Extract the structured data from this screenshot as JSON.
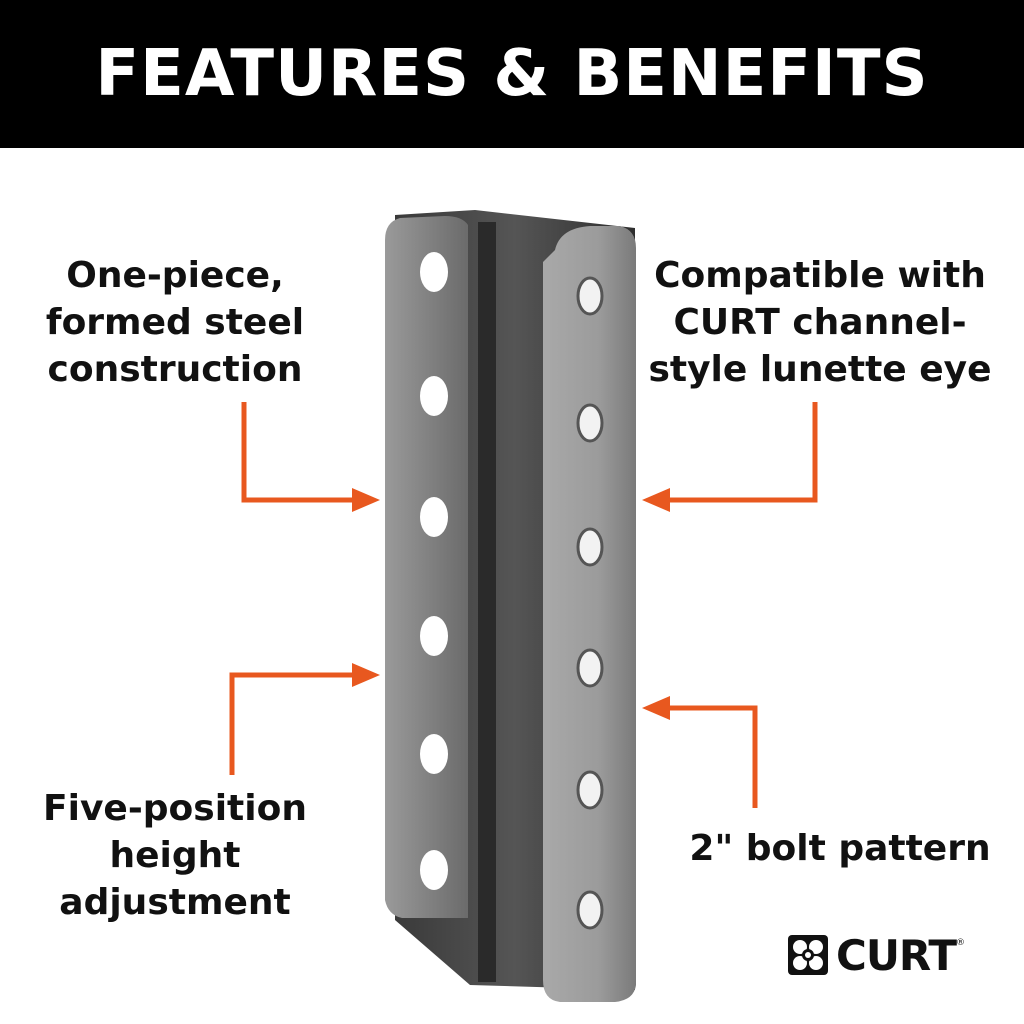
{
  "header": {
    "title": "FEATURES & BENEFITS"
  },
  "callouts": {
    "top_left": [
      "One-piece,",
      "formed steel",
      "construction"
    ],
    "top_right": [
      "Compatible with",
      "CURT channel-",
      "style lunette eye"
    ],
    "bottom_left": [
      "Five-position",
      "height",
      "adjustment"
    ],
    "bottom_right": [
      "2\" bolt pattern"
    ]
  },
  "brand": {
    "name": "CURT",
    "mark": "®"
  },
  "colors": {
    "header_bg": "#000000",
    "header_text": "#ffffff",
    "arrow": "#e8581f",
    "text": "#111111"
  },
  "icons": [
    "curt-logo-icon",
    "arrow-right-icon",
    "arrow-left-icon"
  ]
}
